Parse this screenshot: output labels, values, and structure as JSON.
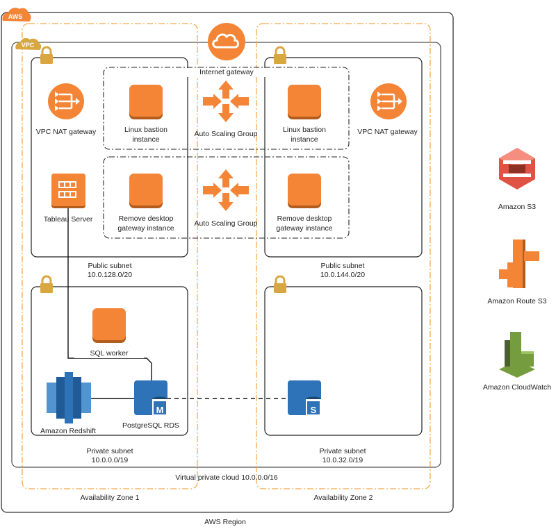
{
  "diagram": {
    "region": {
      "label": "AWS Region",
      "badge": "AWS"
    },
    "vpc": {
      "label": "Virtual private cloud 10.0.0.0/16",
      "badge": "VPC"
    },
    "internet_gateway": {
      "label": "Internet gateway"
    },
    "availability_zones": [
      {
        "label": "Availability Zone 1"
      },
      {
        "label": "Availability Zone 2"
      }
    ],
    "public_subnets": [
      {
        "name": "Public subnet",
        "cidr": "10.0.128.0/20"
      },
      {
        "name": "Public subnet",
        "cidr": "10.0.144.0/20"
      }
    ],
    "private_subnets": [
      {
        "name": "Private subnet",
        "cidr": "10.0.0.0/19"
      },
      {
        "name": "Private subnet",
        "cidr": "10.0.32.0/19"
      }
    ],
    "auto_scaling_groups": [
      {
        "label": "Auto Scaling Group"
      },
      {
        "label": "Auto Scaling Group"
      }
    ],
    "nodes": {
      "nat_gateway_1": {
        "label": "VPC NAT gateway"
      },
      "nat_gateway_2": {
        "label": "VPC NAT gateway"
      },
      "bastion_1": {
        "line1": "Linux bastion",
        "line2": "instance"
      },
      "bastion_2": {
        "line1": "Linux bastion",
        "line2": "instance"
      },
      "tableau_server": {
        "label": "Tableau Server"
      },
      "rdgw_1": {
        "line1": "Remove desktop",
        "line2": "gateway instance"
      },
      "rdgw_2": {
        "line1": "Remove desktop",
        "line2": "gateway instance"
      },
      "sql_worker": {
        "label": "SQL worker"
      },
      "redshift": {
        "label": "Amazon Redshift"
      },
      "postgres_rds": {
        "label": "PostgreSQL RDS",
        "badge": "M"
      },
      "rds_standby": {
        "badge": "S"
      }
    },
    "external_services": [
      {
        "label": "Amazon S3",
        "color": "#E05243"
      },
      {
        "label": "Amazon Route S3",
        "color": "#F58536"
      },
      {
        "label": "Amazon CloudWatch",
        "color": "#759C3E"
      }
    ],
    "colors": {
      "aws_orange": "#F58536",
      "lock_gold": "#D9A741",
      "rds_blue": "#2E73B8",
      "az_dash": "#F7A84A",
      "border": "#333333"
    }
  }
}
